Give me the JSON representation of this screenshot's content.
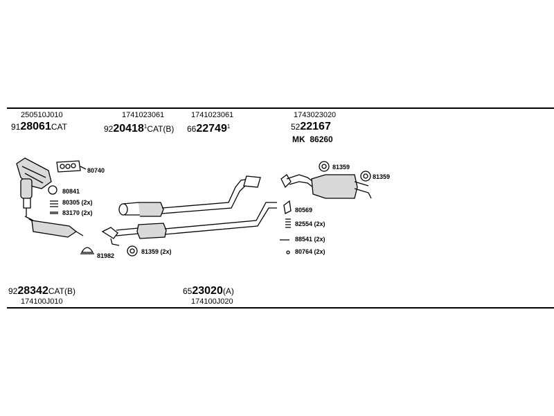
{
  "colors": {
    "line": "#000000",
    "part_fill": "#d9d9d9",
    "background": "#ffffff"
  },
  "top_groups": [
    {
      "oe": "250510J010",
      "prefix": "91",
      "num": "28061",
      "sup": "",
      "suffix": "CAT"
    },
    {
      "oe": "1741023061",
      "prefix": "92",
      "num": "20418",
      "sup": "1",
      "suffix": "CAT(B)"
    },
    {
      "oe": "1741023061",
      "prefix": "66",
      "num": "22749",
      "sup": "1",
      "suffix": ""
    },
    {
      "oe": "1743023020",
      "prefix": "52",
      "num": "22167",
      "sup": "",
      "suffix": ""
    }
  ],
  "mk": {
    "prefix": "MK",
    "num": "86260"
  },
  "bottom_groups": [
    {
      "oe": "174100J010",
      "prefix": "92",
      "num": "28342",
      "suffix": "CAT(B)"
    },
    {
      "oe": "174100J020",
      "prefix": "65",
      "num": "23020",
      "suffix": "(A)"
    }
  ],
  "callouts": {
    "c80740": "80740",
    "c80841": "80841",
    "c80305": "80305 (2x)",
    "c83170": "83170 (2x)",
    "c81982": "81982",
    "c81359_mid": "81359 (2x)",
    "c81359_a": "81359",
    "c81359_b": "81359",
    "c80569": "80569",
    "c82554": "82554 (2x)",
    "c88541": "88541 (2x)",
    "c80764": "80764 (2x)"
  }
}
